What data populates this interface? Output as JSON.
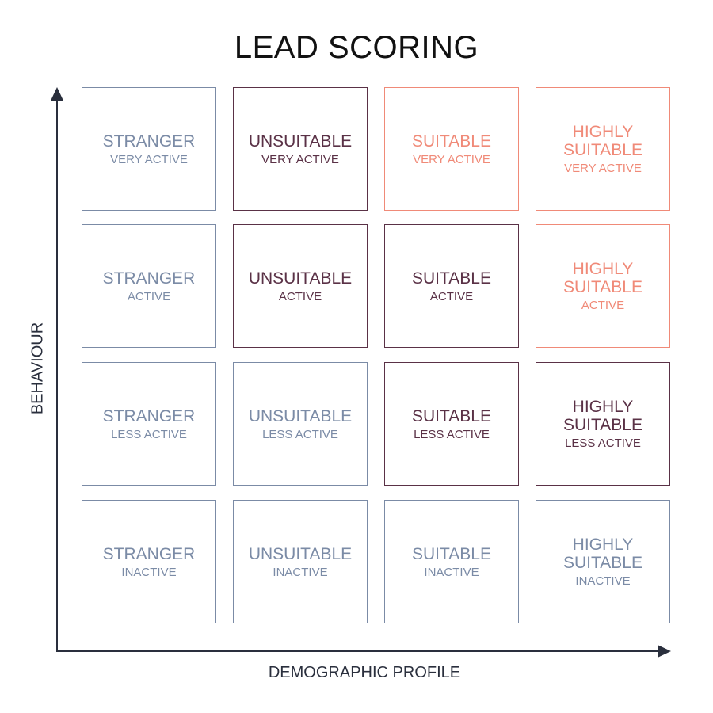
{
  "title": "LEAD SCORING",
  "y_axis_label": "BEHAVIOUR",
  "x_axis_label": "DEMOGRAPHIC PROFILE",
  "colors": {
    "grey": "#7b8ba6",
    "plum": "#5a3146",
    "salmon": "#f08a78",
    "axis": "#2a2f3d"
  },
  "rows": [
    {
      "cells": [
        {
          "name": "STRANGER",
          "activity": "VERY ACTIVE",
          "tone": "grey"
        },
        {
          "name": "UNSUITABLE",
          "activity": "VERY ACTIVE",
          "tone": "plum"
        },
        {
          "name": "SUITABLE",
          "activity": "VERY ACTIVE",
          "tone": "salmon"
        },
        {
          "name": "HIGHLY SUITABLE",
          "activity": "VERY ACTIVE",
          "tone": "salmon"
        }
      ]
    },
    {
      "cells": [
        {
          "name": "STRANGER",
          "activity": "ACTIVE",
          "tone": "grey"
        },
        {
          "name": "UNSUITABLE",
          "activity": "ACTIVE",
          "tone": "plum"
        },
        {
          "name": "SUITABLE",
          "activity": "ACTIVE",
          "tone": "plum"
        },
        {
          "name": "HIGHLY SUITABLE",
          "activity": "ACTIVE",
          "tone": "salmon"
        }
      ]
    },
    {
      "cells": [
        {
          "name": "STRANGER",
          "activity": "LESS ACTIVE",
          "tone": "grey"
        },
        {
          "name": "UNSUITABLE",
          "activity": "LESS ACTIVE",
          "tone": "grey"
        },
        {
          "name": "SUITABLE",
          "activity": "LESS ACTIVE",
          "tone": "plum"
        },
        {
          "name": "HIGHLY SUITABLE",
          "activity": "LESS ACTIVE",
          "tone": "plum"
        }
      ]
    },
    {
      "cells": [
        {
          "name": "STRANGER",
          "activity": "INACTIVE",
          "tone": "grey"
        },
        {
          "name": "UNSUITABLE",
          "activity": "INACTIVE",
          "tone": "grey"
        },
        {
          "name": "SUITABLE",
          "activity": "INACTIVE",
          "tone": "grey"
        },
        {
          "name": "HIGHLY SUITABLE",
          "activity": "INACTIVE",
          "tone": "grey"
        }
      ]
    }
  ]
}
